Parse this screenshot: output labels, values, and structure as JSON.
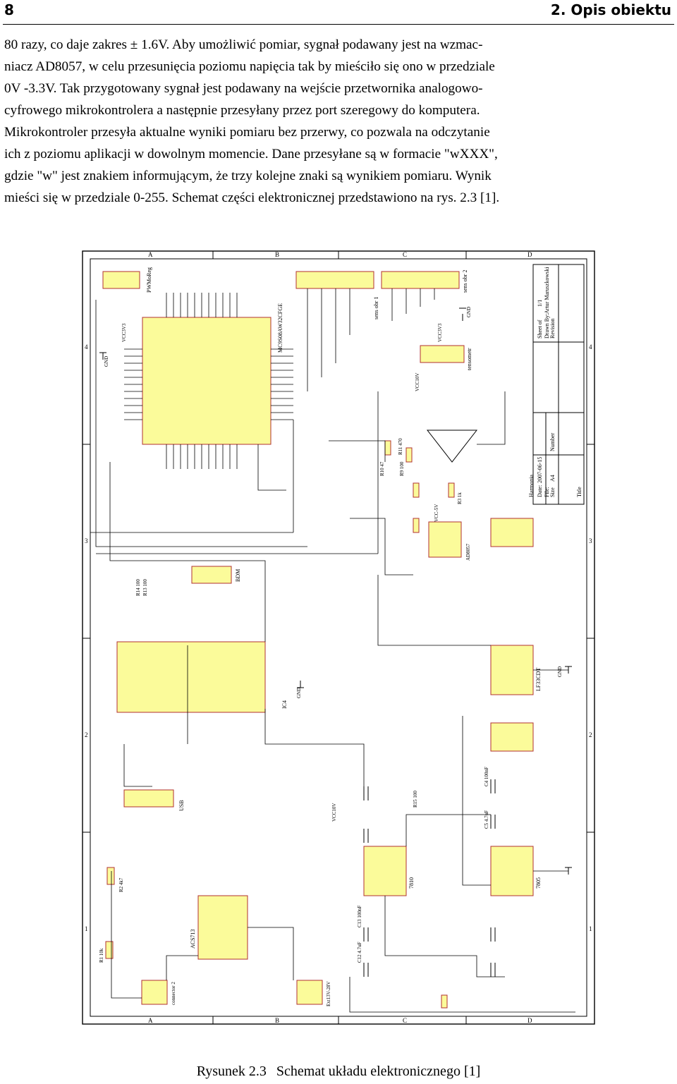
{
  "header": {
    "page_number": "8",
    "section": "2.  Opis obiektu"
  },
  "body_lines": [
    "80 razy, co daje zakres ± 1.6V. Aby umożliwić pomiar, sygnał podawany jest na wzmac-",
    "niacz AD8057, w celu przesunięcia poziomu napięcia tak by mieściło się ono w przedziale",
    "0V -3.3V. Tak przygotowany sygnał jest podawany na wejście przetwornika analogowo-",
    "cyfrowego mikrokontrolera a następnie przesyłany przez port szeregowy do komputera.",
    "Mikrokontroler przesyła aktualne wyniki pomiaru bez przerwy, co pozwala na odczytanie",
    "ich z poziomu aplikacji w dowolnym momencie. Dane przesyłane są w formacie \"wXXX\",",
    "gdzie \"w\" jest znakiem informującym, że trzy kolejne znaki są wynikiem pomiaru. Wynik",
    "mieści się w przedziale 0-255. Schemat części elektronicznej przedstawiono na rys. 2.3 [1]."
  ],
  "figure": {
    "label": "Rysunek 2.3",
    "caption": "Schemat układu elektronicznego [1]",
    "zone_letters": [
      "A",
      "B",
      "C",
      "D"
    ],
    "zone_numbers": [
      "1",
      "2",
      "3",
      "4"
    ],
    "component_labels": {
      "mcu": "MC9S08AW32CFGE",
      "usb_ic": "IC4",
      "amp": "AD8057",
      "current_sensor": "ACS713",
      "reg1": "7810",
      "reg2": "7805",
      "reg3": "LF33CDT",
      "usb": "USB",
      "bdm": "BDM",
      "pwm": "PWMoReg",
      "connector2": "connector 2",
      "ports": "sens obr 1",
      "port2": "sens obr 2",
      "tensometr": "tensometr",
      "ext": "Ext13V-28V",
      "r1": "R1 10k",
      "r2": "R2 4k7",
      "r3": "R3 1k",
      "r9": "R9 100",
      "r10": "R10 47",
      "r11": "R11 470",
      "r13": "R13 100",
      "r14": "R14 100",
      "r15": "R15 100",
      "c4": "C4 100nF",
      "c5": "C5 4.7uF",
      "c12": "C12 4.7uF",
      "c13": "C13 100nF",
      "vcc33": "VCC3V3",
      "vcc5": "VCC-5V",
      "vcc10": "VCC10V",
      "gnd": "GND"
    },
    "title_block": {
      "title": "Title",
      "size": "Size",
      "size_value": "A4",
      "number": "Number",
      "revision": "Revision",
      "date": "Date:",
      "date_value": "2007-06-15",
      "file": "File:",
      "sheet": "Sheet of",
      "sheet_value": "1/1",
      "drawn": "Drawn By:",
      "drawn_value": "Artur Maruszkowski",
      "title_value": "Harmonia"
    }
  }
}
